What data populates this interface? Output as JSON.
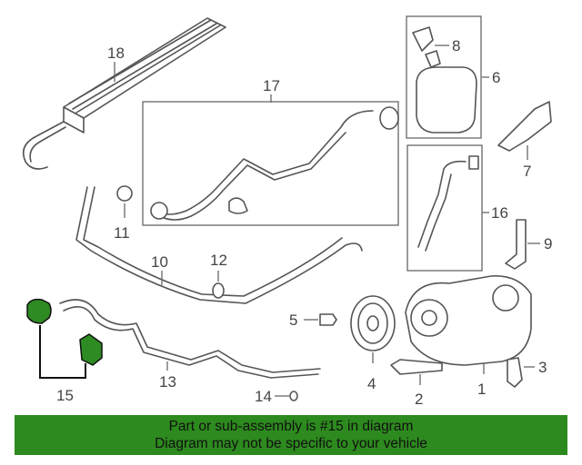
{
  "callouts": {
    "c1": "1",
    "c2": "2",
    "c3": "3",
    "c4": "4",
    "c5": "5",
    "c6": "6",
    "c7": "7",
    "c8": "8",
    "c9": "9",
    "c10": "10",
    "c11": "11",
    "c12": "12",
    "c13": "13",
    "c14": "14",
    "c15": "15",
    "c16": "16",
    "c17": "17",
    "c18": "18"
  },
  "highlight_color": "#2d8a1e",
  "banner": {
    "line1": "Part or sub-assembly is #15 in diagram",
    "line2": "Diagram may not be specific to your vehicle"
  }
}
